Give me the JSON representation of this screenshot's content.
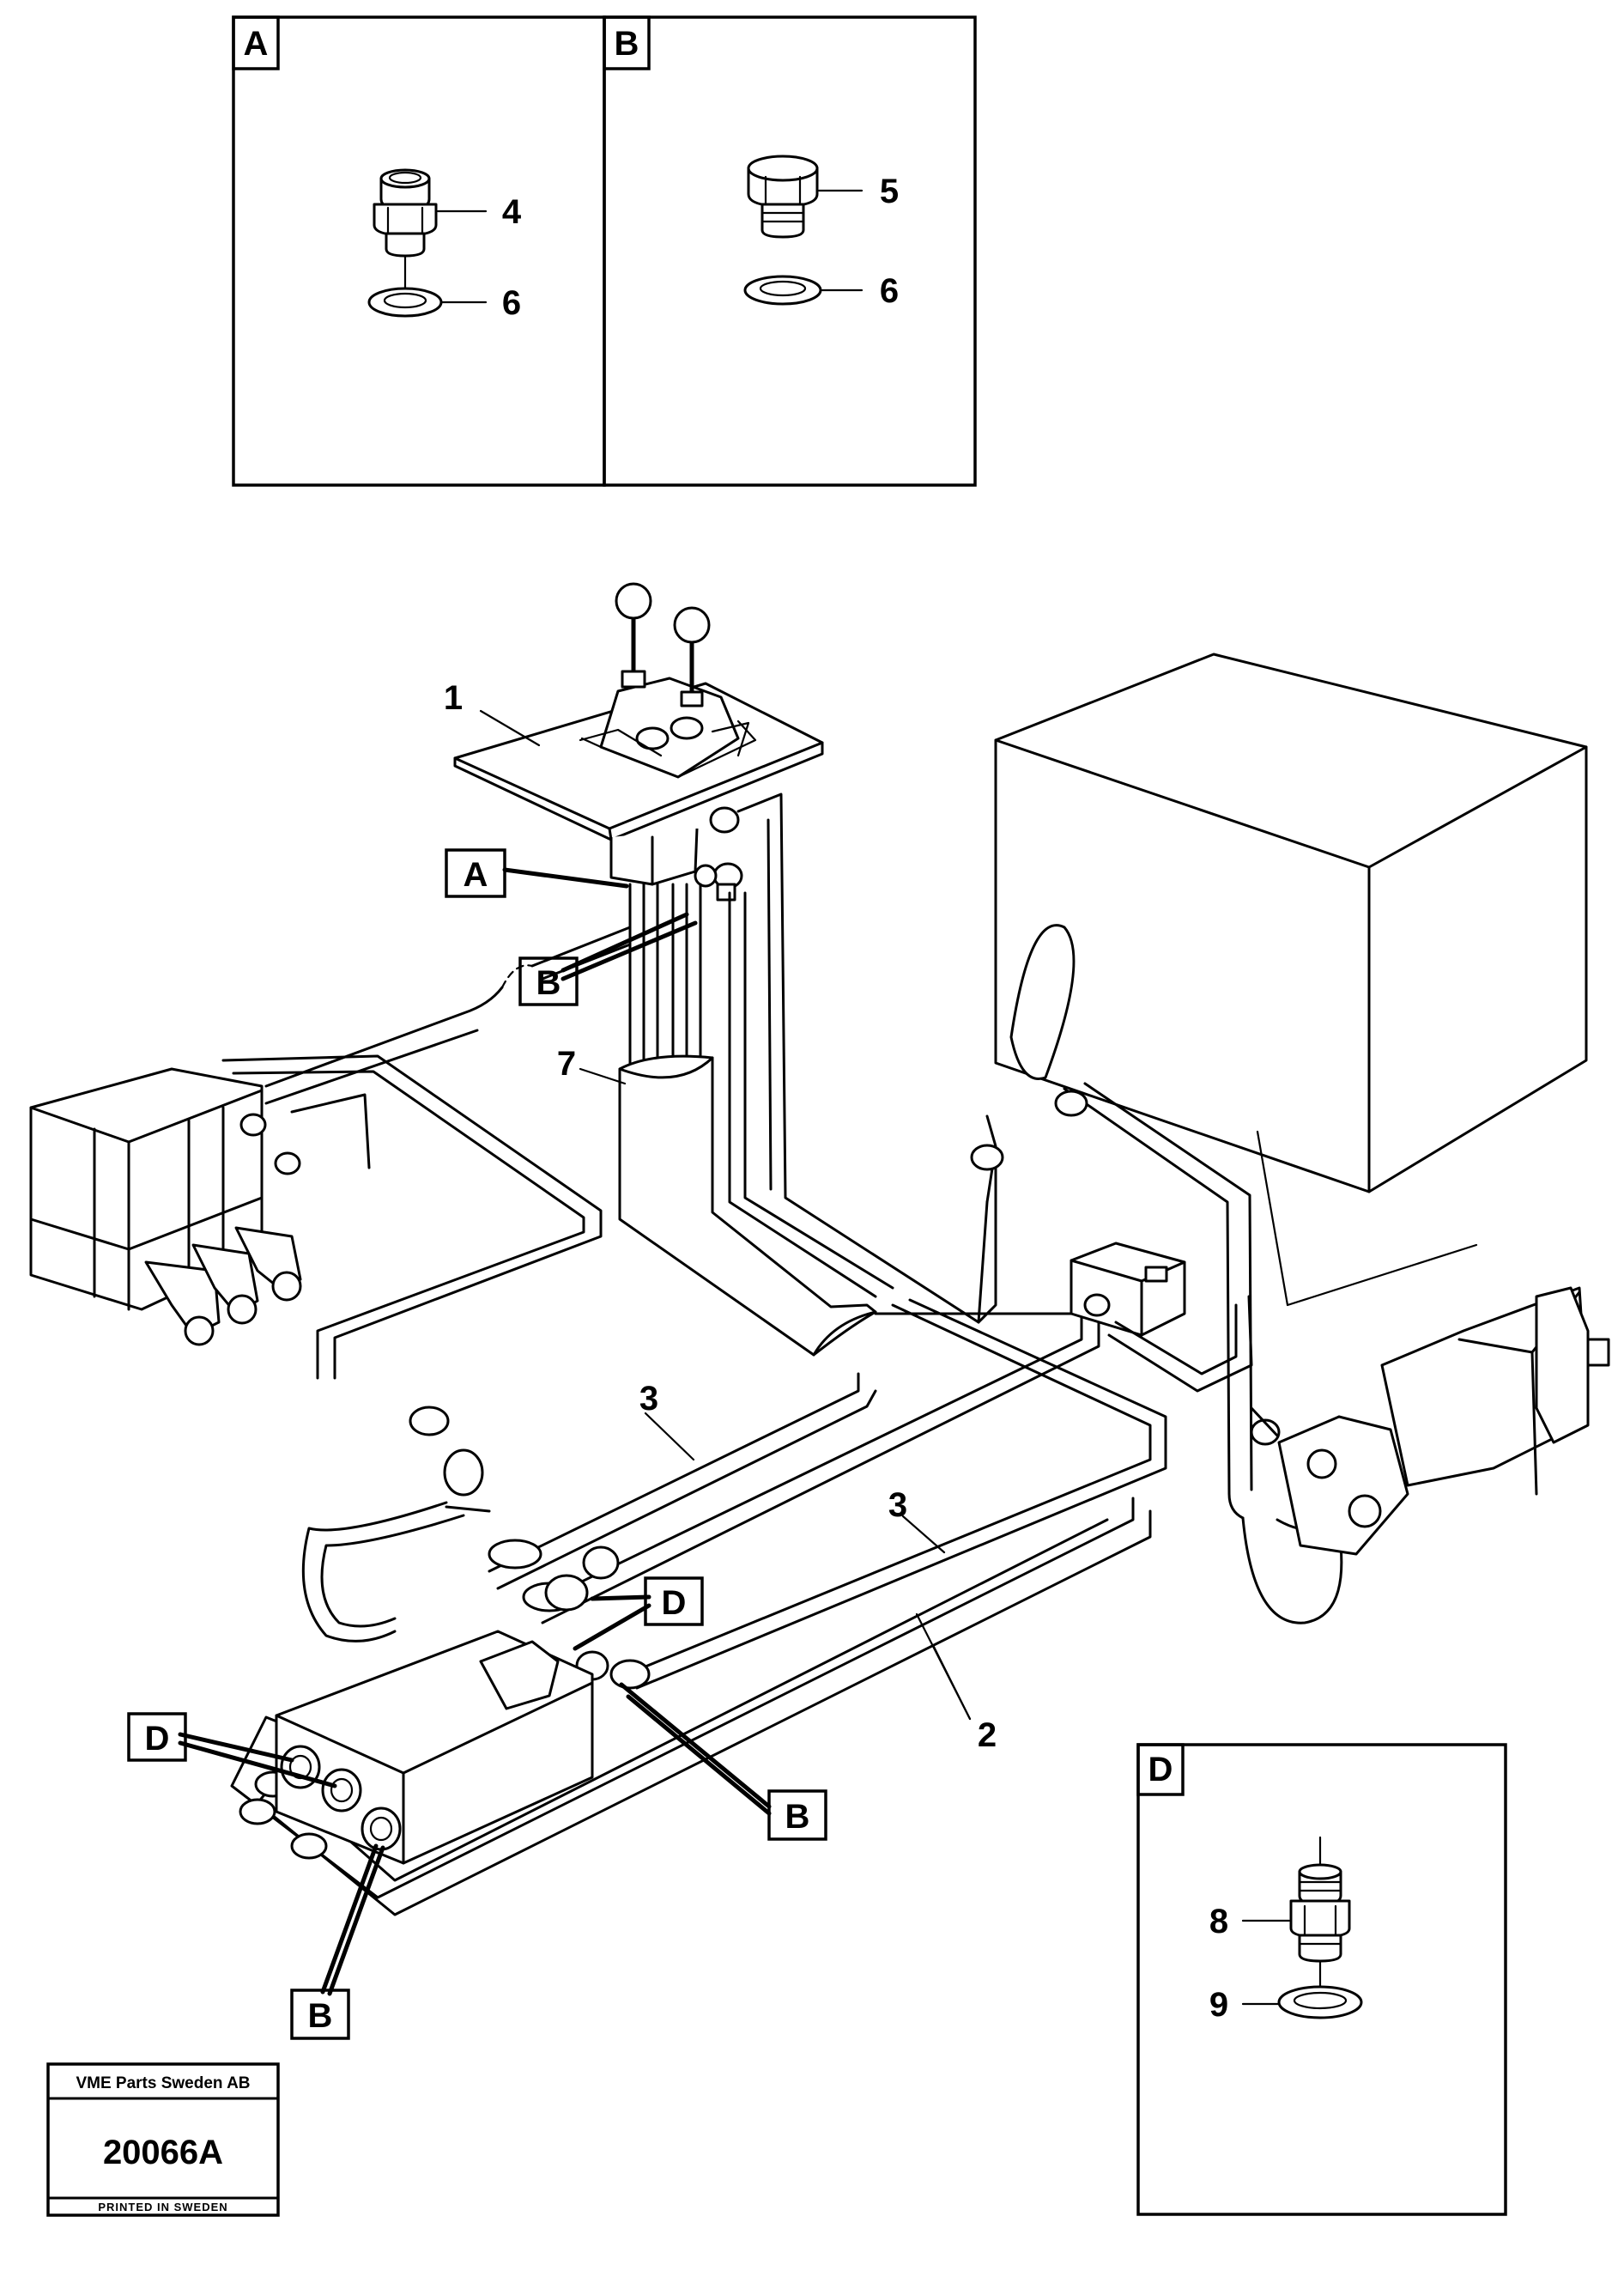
{
  "detail_panels": [
    {
      "tag": "A",
      "callouts": [
        "4",
        "6"
      ]
    },
    {
      "tag": "B",
      "callouts": [
        "5",
        "6"
      ]
    },
    {
      "tag": "D",
      "callouts": [
        "8",
        "9"
      ]
    }
  ],
  "part_callouts": [
    "1",
    "7",
    "3",
    "3",
    "2"
  ],
  "reference_tags": [
    "A",
    "B",
    "D",
    "D",
    "B",
    "B"
  ],
  "stamp": {
    "company": "VME Parts Sweden AB",
    "drawing_number": "20066A",
    "printed": "PRINTED IN SWEDEN"
  }
}
